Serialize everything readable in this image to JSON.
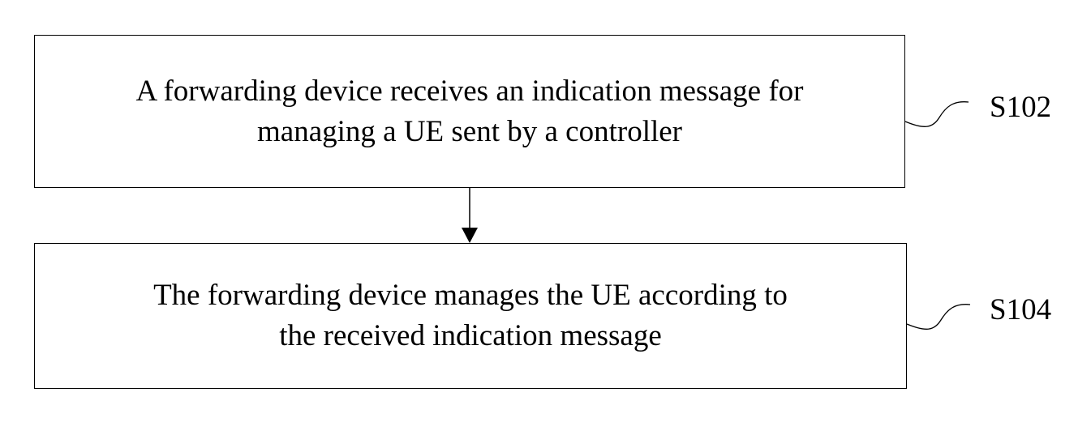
{
  "steps": [
    {
      "id": "S102",
      "lines": [
        "A forwarding device receives an indication message for",
        "managing a UE sent by a controller"
      ]
    },
    {
      "id": "S104",
      "lines": [
        "The forwarding device manages the UE according to",
        "the received indication message"
      ]
    }
  ],
  "connectors": [
    {
      "from": "S102",
      "to": "S104",
      "type": "arrow"
    }
  ]
}
